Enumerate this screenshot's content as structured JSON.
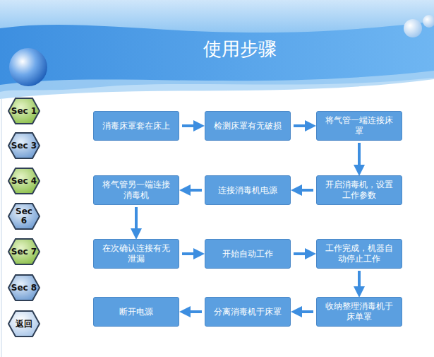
{
  "diagram": {
    "title": "使用步骤",
    "nodes": [
      {
        "text": [
          "Sec 1"
        ]
      },
      {
        "text": [
          "Sec 3"
        ]
      },
      {
        "text": [
          "Sec 4"
        ]
      },
      {
        "text": [
          "Sec 6"
        ]
      },
      {
        "text": [
          "Sec 7"
        ]
      },
      {
        "text": [
          "Sec 8"
        ]
      },
      {
        "text": [
          "返回"
        ]
      },
      {
        "text": [
          "消毒床罩套在床上"
        ]
      },
      {
        "text": [
          "检测床罩有无破损"
        ]
      },
      {
        "text": [
          "将气管一端连接床罩"
        ]
      },
      {
        "text": [
          "将气管另一端连接消毒机"
        ]
      },
      {
        "text": [
          "连接消毒机电源"
        ]
      },
      {
        "text": [
          "开启消毒机，设置工作参数"
        ]
      },
      {
        "text": [
          "在次确认连接有无泄漏"
        ]
      },
      {
        "text": [
          "开始自动工作"
        ]
      },
      {
        "text": [
          "工作完成，机器自动停止工作"
        ]
      },
      {
        "text": [
          "断开电源"
        ]
      },
      {
        "text": [
          "分离消毒机于床罩"
        ]
      },
      {
        "text": [
          "收纳整理消毒机于床单罩"
        ]
      }
    ],
    "edges": [
      {
        "from": 7,
        "to": 8,
        "arrow": "to"
      },
      {
        "from": 8,
        "to": 9,
        "arrow": "to"
      },
      {
        "from": 9,
        "to": 12,
        "arrow": "to"
      },
      {
        "from": 12,
        "to": 11,
        "arrow": "to"
      },
      {
        "from": 11,
        "to": 10,
        "arrow": "to"
      },
      {
        "from": 10,
        "to": 13,
        "arrow": "to"
      },
      {
        "from": 13,
        "to": 14,
        "arrow": "to"
      },
      {
        "from": 14,
        "to": 15,
        "arrow": "to"
      },
      {
        "from": 15,
        "to": 18,
        "arrow": "to"
      },
      {
        "from": 18,
        "to": 17,
        "arrow": "to"
      },
      {
        "from": 17,
        "to": 16,
        "arrow": "to"
      }
    ]
  }
}
